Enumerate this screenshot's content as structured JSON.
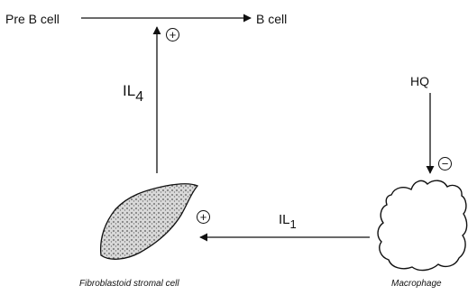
{
  "labels": {
    "pre_b_cell": "Pre B cell",
    "b_cell": "B cell",
    "il4_base": "IL",
    "il4_sub": "4",
    "hq": "HQ",
    "il1_base": "IL",
    "il1_sub": "1",
    "fibroblastoid": "Fibroblastoid stromal cell",
    "macrophage": "Macrophage"
  },
  "signs": {
    "top_plus": "+",
    "mid_plus": "+",
    "hq_minus": "−"
  },
  "colors": {
    "ink": "#111111",
    "background": "#ffffff"
  }
}
